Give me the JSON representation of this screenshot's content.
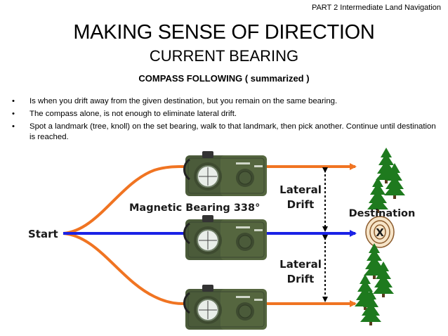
{
  "header": {
    "part_label": "PART 2  Intermediate  Land Navigation"
  },
  "title": {
    "main": "MAKING SENSE OF DIRECTION",
    "sub": "CURRENT BEARING"
  },
  "section": {
    "heading": "COMPASS FOLLOWING ( summarized )"
  },
  "bullets": [
    {
      "marker": "•",
      "text": "Is when you drift away from the given destination, but you remain on the same bearing."
    },
    {
      "marker": "•",
      "text": "The compass alone, is not enough to eliminate  lateral drift."
    },
    {
      "marker": "•",
      "text": "Spot a landmark (tree, knoll) on the set bearing, walk to that landmark, then pick another.  Continue  until destination is reached."
    }
  ],
  "diagram": {
    "start_label": "Start",
    "bearing_label": "Magnetic Bearing 338°",
    "lateral_drift_top": [
      "Lateral",
      "Drift"
    ],
    "lateral_drift_bottom": [
      "Lateral",
      "Drift"
    ],
    "destination_label": "Destination",
    "destination_marker": "X",
    "colors": {
      "drift_path": "#f07422",
      "bearing_path": "#1a22e6",
      "tree": "#1e7a1e",
      "compass": "#4b5b3a",
      "terrain": "#8b5a2b"
    }
  }
}
